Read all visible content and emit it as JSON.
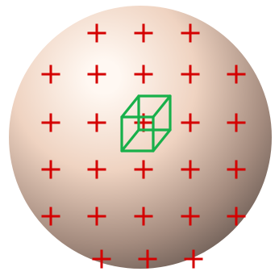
{
  "scene": {
    "background_color": "#ffffff",
    "sphere": {
      "highlight_color": "#fff8f2",
      "mid_color": "#efd3c1",
      "shadow_color": "#a48b7e",
      "rim_color": "#6f5f57"
    },
    "markers": {
      "color": "#d40000",
      "rows": [
        3,
        5,
        5,
        5,
        5,
        3
      ],
      "count": 26
    },
    "cube_icon": {
      "color": "#18b04a",
      "name": "wireframe-cube-icon"
    }
  }
}
